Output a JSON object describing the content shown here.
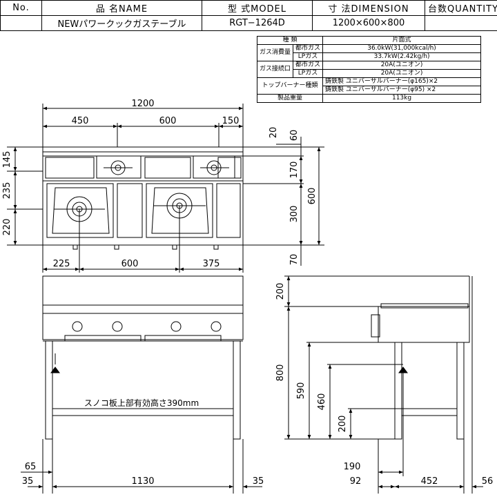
{
  "title_block": {
    "no_label": "No.",
    "name_label": "品 名NAME",
    "model_label": "型 式MODEL",
    "dimension_label": "寸 法DIMENSION",
    "quantity_label": "台数QUANTITY",
    "no_value": "",
    "name_value": "NEWパワークックガステーブル",
    "model_value": "RGT−1264D",
    "dimension_value": "1200×600×800",
    "quantity_value": ""
  },
  "spec_table": {
    "type_label": "種 類",
    "type_value": "片面式",
    "gas_consumption_label": "ガス消費量",
    "city_gas_label": "都市ガス",
    "city_gas_consumption": "36.0kW(31,000kcal/h)",
    "lp_gas_label": "LPガス",
    "lp_gas_consumption": "33.7kW(2.42kg/h)",
    "gas_connection_label": "ガス接続口",
    "city_gas_connection": "20A(ユニオン)",
    "lp_gas_connection": "20A(ユニオン)",
    "burner_label": "トップバーナー種類",
    "burner_1": "鋳鉄製 ユニバーサルバーナー(φ165)×2",
    "burner_2": "鋳鉄製 ユニバーサルバーナー(φ95) ×2",
    "weight_label": "製品重量",
    "weight_value": "113kg"
  },
  "dimensions": {
    "top_total": "1200",
    "top_450": "450",
    "top_600": "600",
    "top_150": "150",
    "left_145": "145",
    "left_235": "235",
    "left_220": "220",
    "right_20": "20",
    "right_60": "60",
    "right_170": "170",
    "right_300": "300",
    "right_600": "600",
    "right_70": "70",
    "bottom_225": "225",
    "bottom_600": "600",
    "bottom_375": "375",
    "front_65": "65",
    "front_35a": "35",
    "front_1130": "1130",
    "front_35b": "35",
    "side_200_top": "200",
    "side_800": "800",
    "side_590": "590",
    "side_460": "460",
    "side_200_bottom": "200",
    "side_190": "190",
    "side_92": "92",
    "side_452": "452",
    "side_56": "56"
  },
  "annotations": {
    "shelf_note": "スノコ板上部有効高さ390mm"
  }
}
